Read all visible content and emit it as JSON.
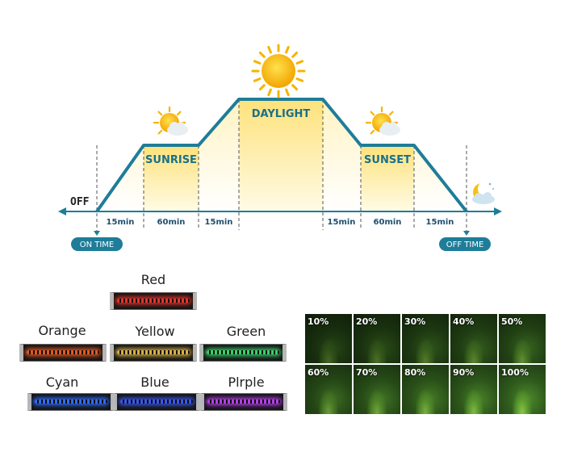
{
  "schedule": {
    "off_label": "OFF",
    "phases": {
      "sunrise": "SUNRISE",
      "daylight": "DAYLIGHT",
      "sunset": "SUNSET"
    },
    "durations": [
      "15min",
      "60min",
      "15min",
      "15min",
      "60min",
      "15min"
    ],
    "on_time": "ON TIME",
    "off_time": "OFF TIME"
  },
  "color_modes": [
    {
      "label": "Red",
      "color": "#e8342a"
    },
    {
      "label": "Orange",
      "color": "#e05a24"
    },
    {
      "label": "Yellow",
      "color": "#d8b04a"
    },
    {
      "label": "Green",
      "color": "#3ccf6a"
    },
    {
      "label": "Cyan",
      "color": "#2f6dff"
    },
    {
      "label": "Blue",
      "color": "#3a58e8"
    },
    {
      "label": "Plrple",
      "color": "#b23fe6"
    }
  ],
  "brightness_levels": [
    "10%",
    "20%",
    "30%",
    "40%",
    "50%",
    "60%",
    "70%",
    "80%",
    "90%",
    "100%"
  ],
  "colors": {
    "line": "#1e7d99",
    "glow": "#fde58a",
    "pill": "#1e7d99"
  }
}
